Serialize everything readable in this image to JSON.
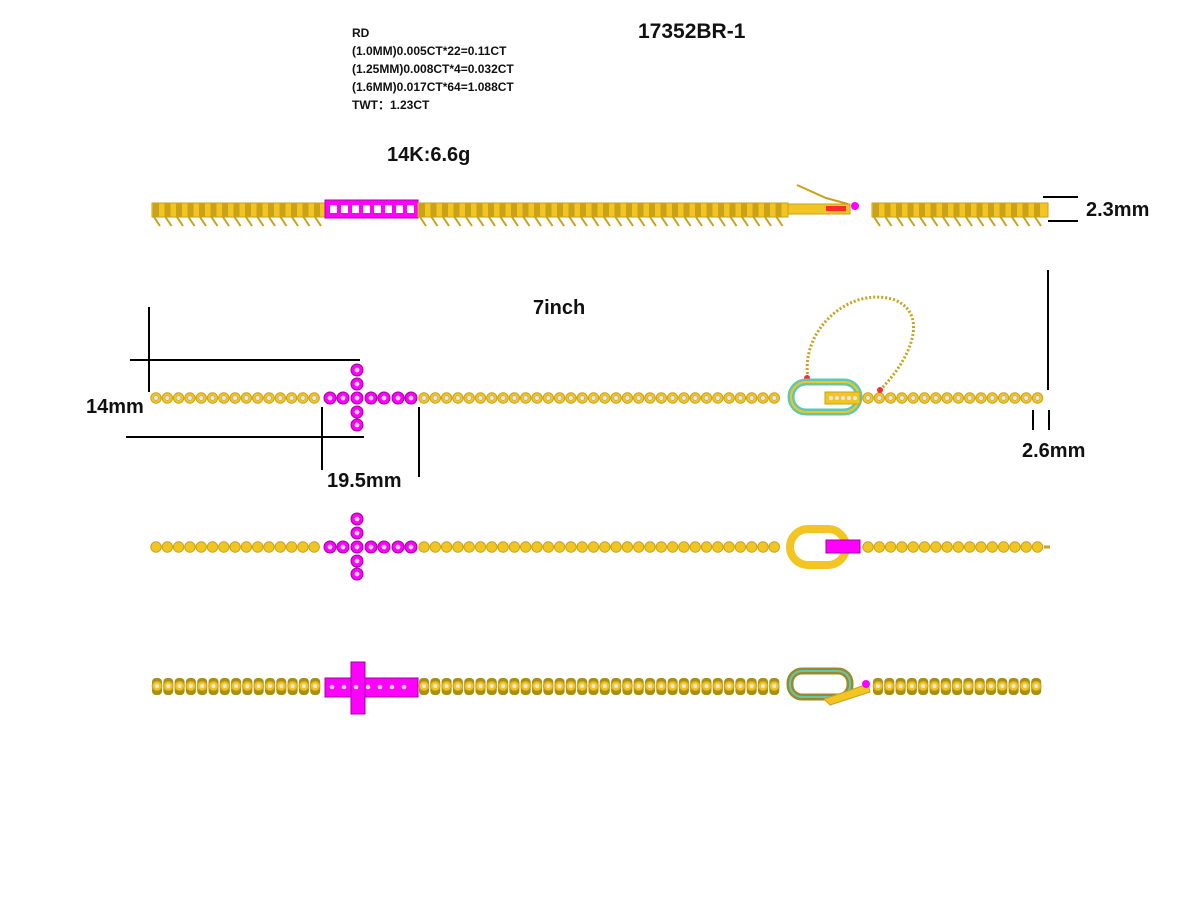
{
  "header": {
    "model_no": "17352BR-1",
    "stone_lines": [
      "RD",
      "(1.0MM)0.005CT*22=0.11CT",
      "(1.25MM)0.008CT*4=0.032CT",
      "(1.6MM)0.017CT*64=1.088CT",
      "TWT：1.23CT"
    ],
    "metal_weight": "14K:6.6g"
  },
  "dimensions": {
    "height_side": "2.3mm",
    "length": "7inch",
    "cross_height": "14mm",
    "cross_width": "19.5mm",
    "chain_width": "2.6mm"
  },
  "views": [
    {
      "name": "side-view"
    },
    {
      "name": "top-view-with-stones"
    },
    {
      "name": "top-view-metal"
    },
    {
      "name": "perspective-view"
    }
  ],
  "colors": {
    "gold": "#f2c523",
    "gold_dark": "#c9a21a",
    "cross": "#ff00ff",
    "clasp_stones": "#60c8b0",
    "diamond": "#e8e8e8",
    "accent_red": "#ff2a2a",
    "line": "#000000"
  }
}
